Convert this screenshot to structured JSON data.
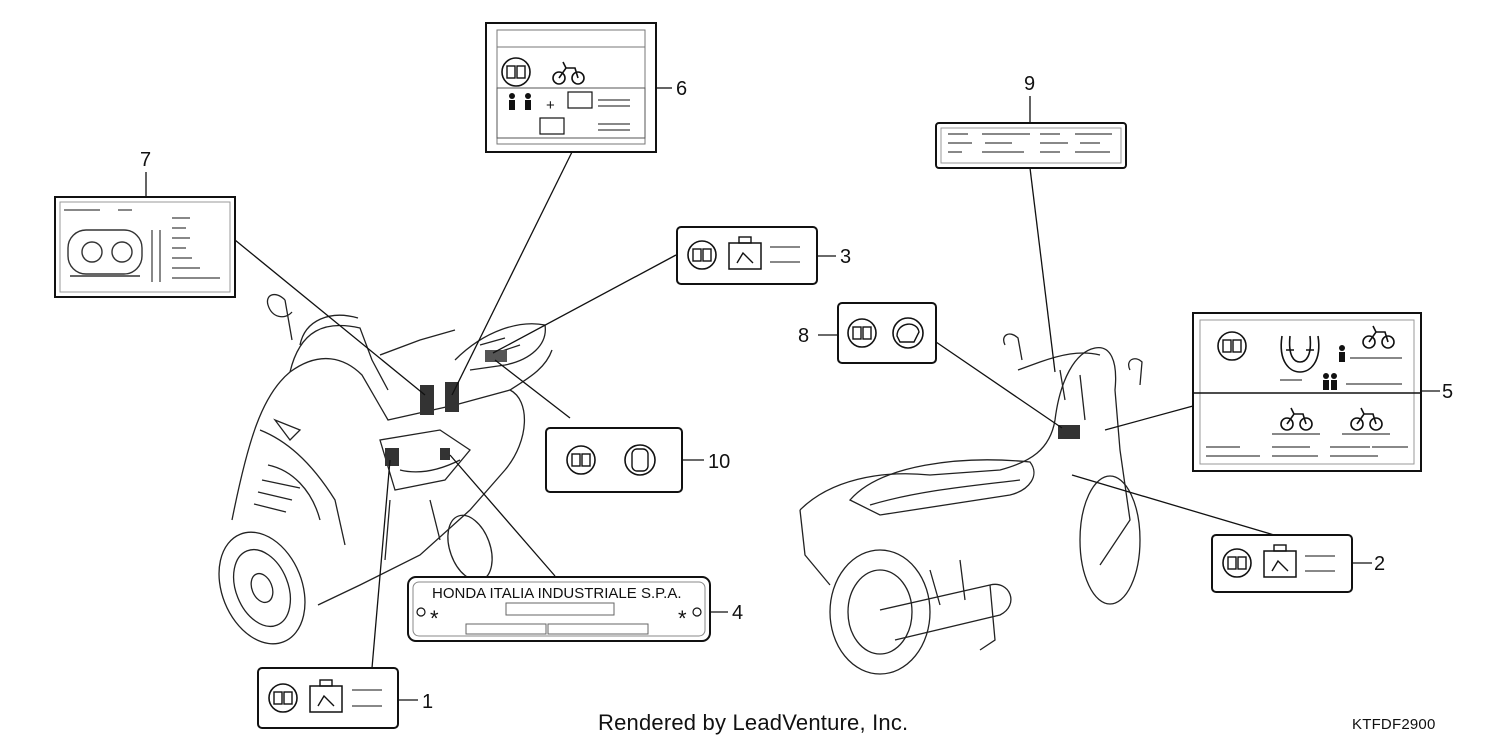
{
  "callouts": {
    "c1": "1",
    "c2": "2",
    "c3": "3",
    "c4": "4",
    "c5": "5",
    "c6": "6",
    "c7": "7",
    "c8": "8",
    "c9": "9",
    "c10": "10"
  },
  "plate": {
    "maker": "HONDA ITALIA INDUSTRIALE S.P.A.",
    "mark_left": "*",
    "mark_right": "*"
  },
  "footer": {
    "credit": "Rendered by LeadVenture, Inc.",
    "diagram_code": "KTFDF2900"
  },
  "icons": [
    "manual-book-icon",
    "tire-pressure-icon",
    "rider-icon",
    "scooter-icon",
    "helmet-icon",
    "tool-icon"
  ]
}
